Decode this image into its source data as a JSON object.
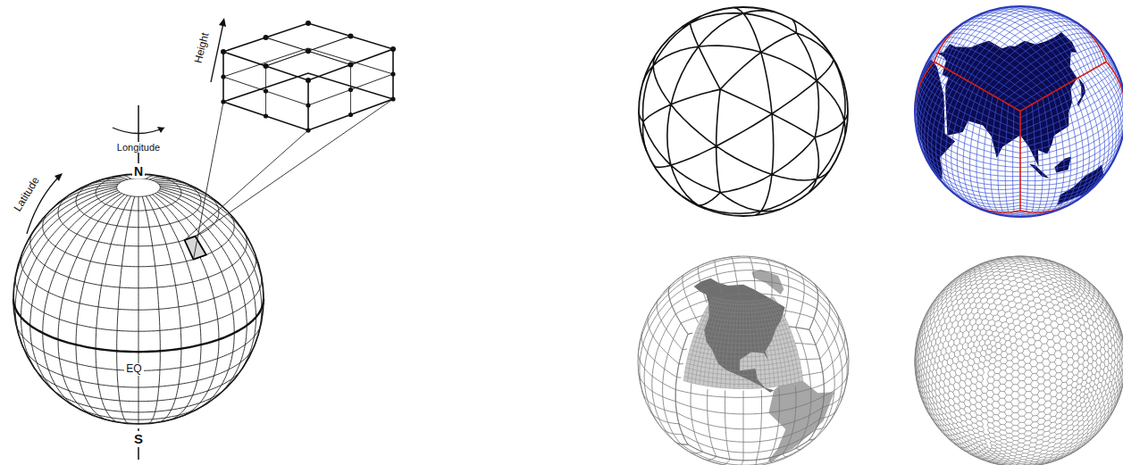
{
  "diagram": {
    "labels": [
      "Height",
      "Longitude",
      "N",
      "Latitude",
      "EQ",
      "S"
    ]
  }
}
